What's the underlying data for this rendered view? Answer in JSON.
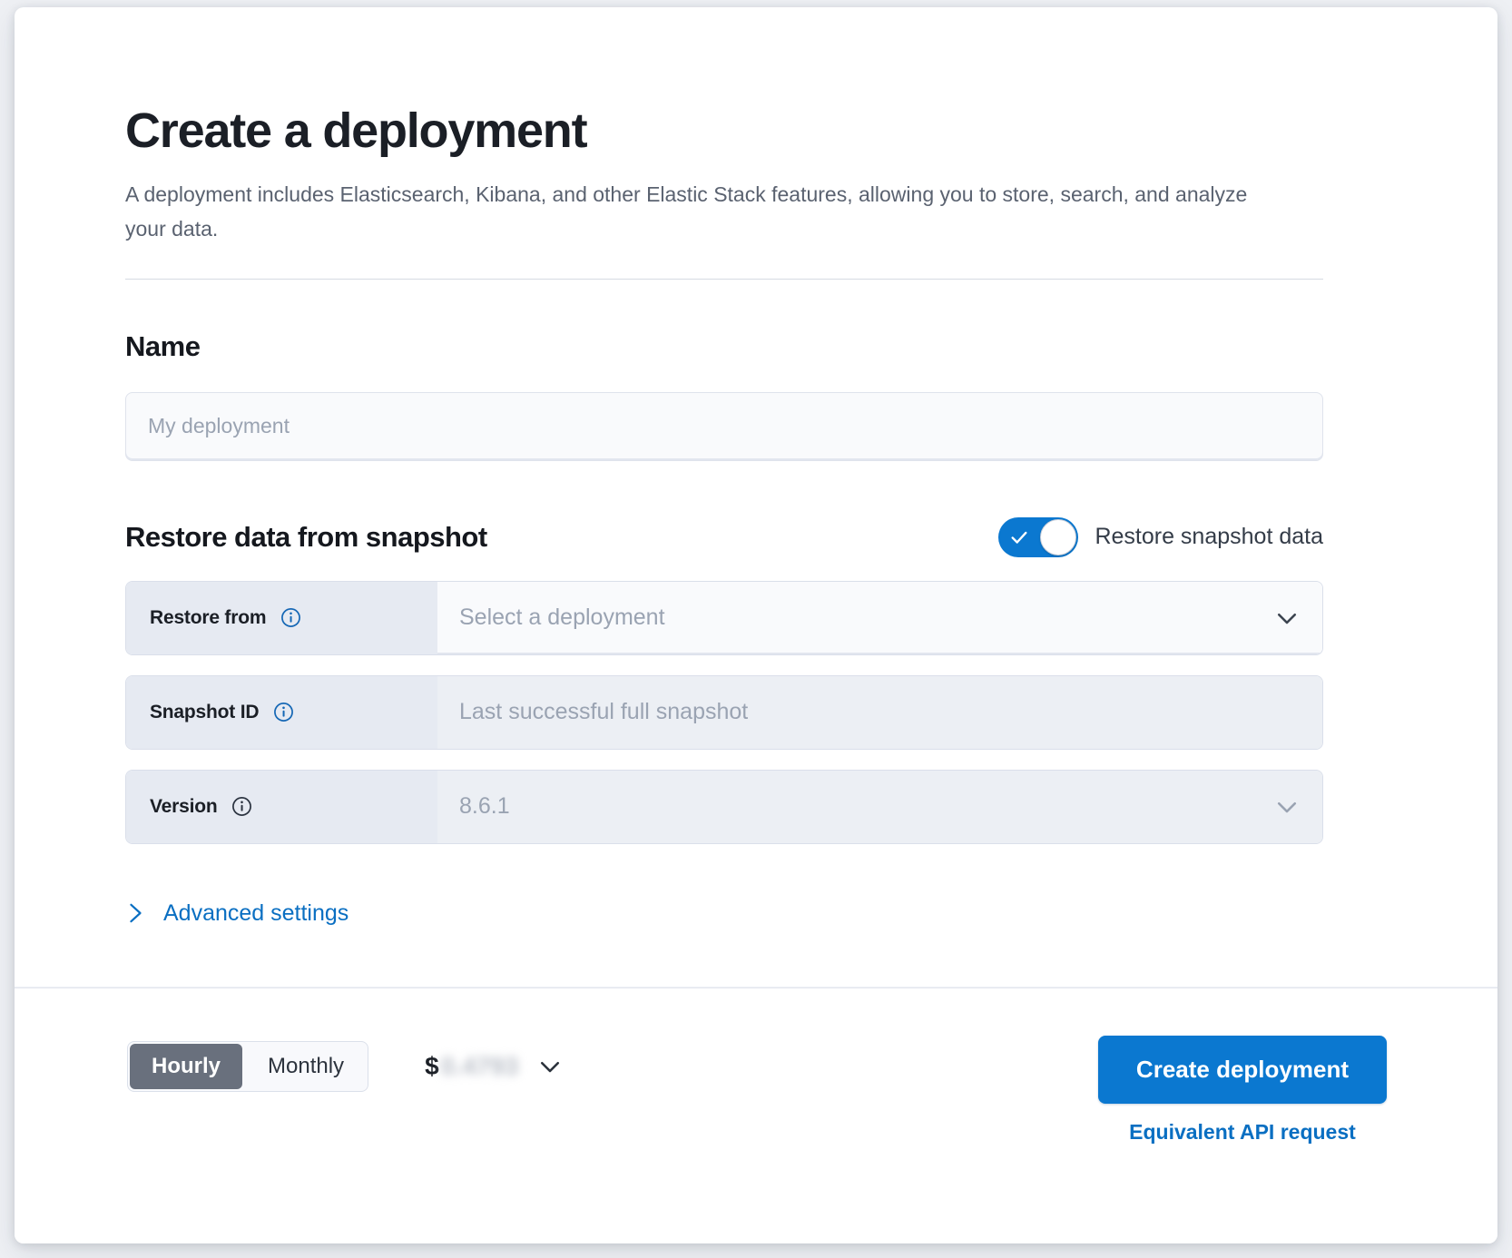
{
  "header": {
    "title": "Create a deployment",
    "subtitle": "A deployment includes Elasticsearch, Kibana, and other Elastic Stack features, allowing you to store, search, and analyze your data."
  },
  "name_section": {
    "title": "Name",
    "input_value": "",
    "input_placeholder": "My deployment"
  },
  "restore_section": {
    "title": "Restore data from snapshot",
    "toggle_label": "Restore snapshot data",
    "toggle_on": true,
    "rows": [
      {
        "label": "Restore from",
        "value": "Select a deployment",
        "is_placeholder": true,
        "disabled": false,
        "has_chevron": true,
        "info_icon": "info-circle-icon"
      },
      {
        "label": "Snapshot ID",
        "value": "Last successful full snapshot",
        "is_placeholder": true,
        "disabled": true,
        "has_chevron": false,
        "info_icon": "info-circle-icon"
      },
      {
        "label": "Version",
        "value": "8.6.1",
        "is_placeholder": true,
        "disabled": true,
        "has_chevron": true,
        "info_icon": "info-circle-icon"
      }
    ]
  },
  "advanced": {
    "label": "Advanced settings",
    "icon": "chevron-right-icon"
  },
  "footer": {
    "billing_options": [
      "Hourly",
      "Monthly"
    ],
    "billing_selected": "Hourly",
    "price_currency": "$",
    "price_amount": "0.4793",
    "price_chevron": "chevron-down-icon",
    "create_button": "Create deployment",
    "api_link": "Equivalent API request"
  },
  "colors": {
    "accent_blue": "#0b78d0",
    "link_blue": "#0a6fc2",
    "prepend_bg": "#e6eaf2",
    "field_bg": "#f9fafc",
    "disabled_bg": "#eceff4",
    "text_dark": "#1b1f26",
    "text_muted": "#5a6270",
    "placeholder": "#9aa3b2",
    "segment_active": "#69707d"
  }
}
